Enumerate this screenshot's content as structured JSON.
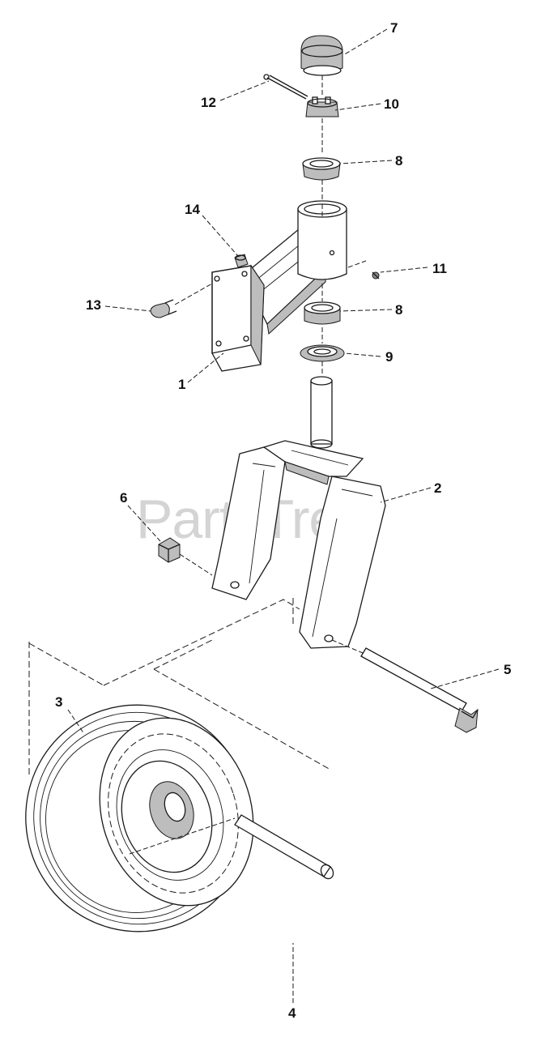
{
  "watermark": "PartsTree",
  "callouts": [
    {
      "id": "c7",
      "label": "7"
    },
    {
      "id": "c12",
      "label": "12"
    },
    {
      "id": "c10",
      "label": "10"
    },
    {
      "id": "c8a",
      "label": "8"
    },
    {
      "id": "c14",
      "label": "14"
    },
    {
      "id": "c11",
      "label": "11"
    },
    {
      "id": "c13",
      "label": "13"
    },
    {
      "id": "c8b",
      "label": "8"
    },
    {
      "id": "c9",
      "label": "9"
    },
    {
      "id": "c1",
      "label": "1"
    },
    {
      "id": "c2",
      "label": "2"
    },
    {
      "id": "c6",
      "label": "6"
    },
    {
      "id": "c5",
      "label": "5"
    },
    {
      "id": "c3",
      "label": "3"
    },
    {
      "id": "c4",
      "label": "4"
    }
  ],
  "colors": {
    "line": "#1a1a1a",
    "shade": "#bdbdbd",
    "watermark": "#d4d4d4"
  }
}
